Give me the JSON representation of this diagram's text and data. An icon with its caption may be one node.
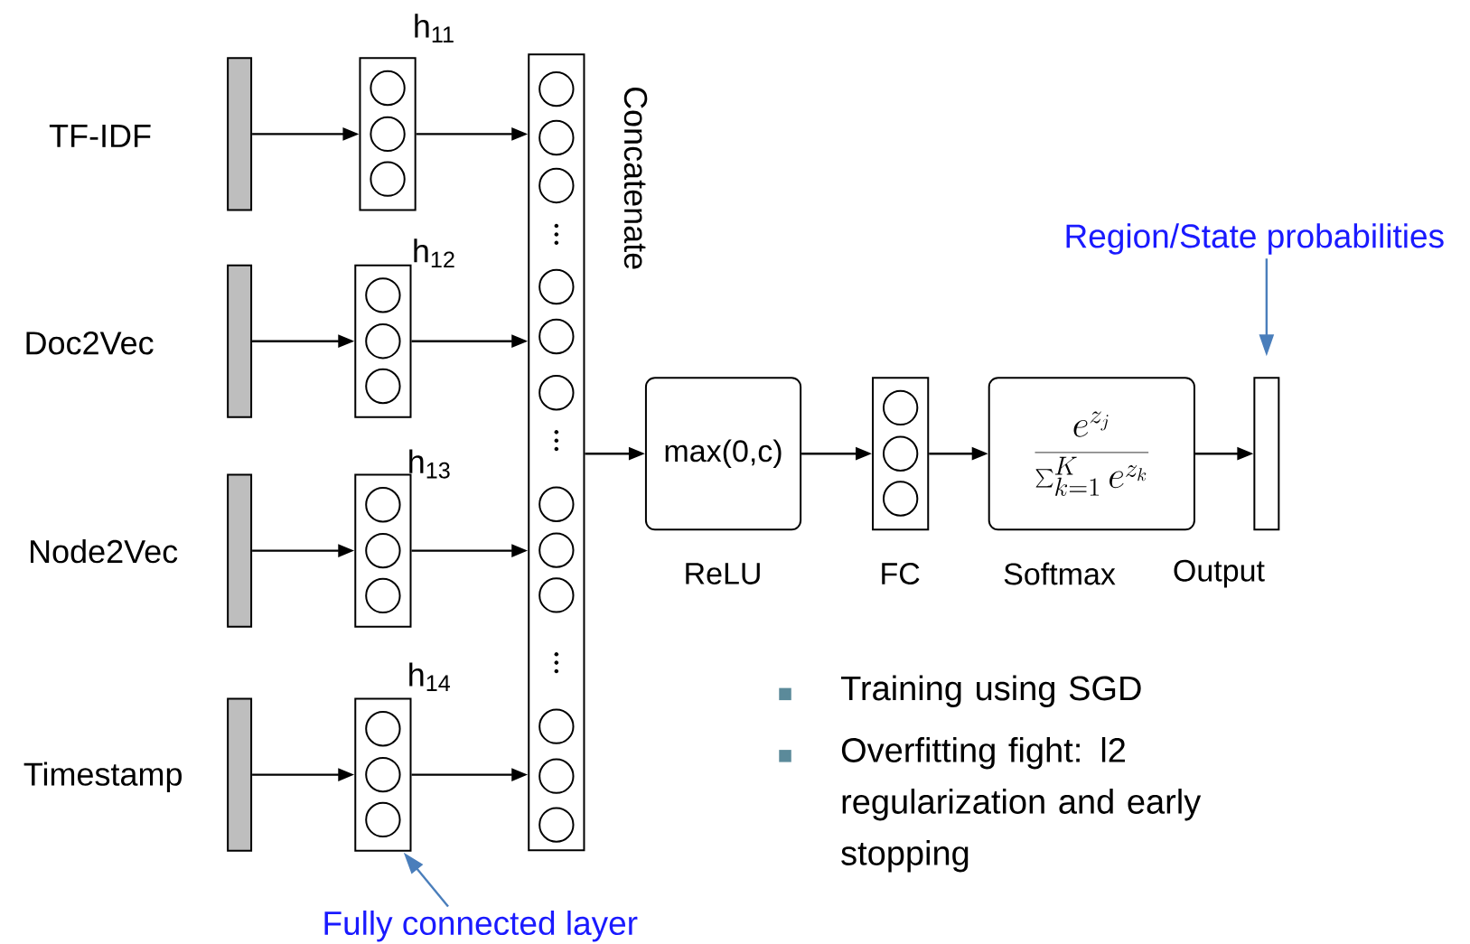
{
  "diagram": {
    "nodes": [
      {
        "text": [
          "TF-IDF"
        ]
      },
      {
        "text": [
          "Doc2Vec"
        ]
      },
      {
        "text": [
          "Node2Vec"
        ]
      },
      {
        "text": [
          "Timestamp"
        ]
      },
      {
        "text": [
          "h$_{11}$"
        ]
      },
      {
        "text": [
          "h$_{12}$"
        ]
      },
      {
        "text": [
          "h$_{13}$"
        ]
      },
      {
        "text": [
          "h$_{14}$"
        ]
      },
      {
        "text": [
          "Concatenate"
        ]
      },
      {
        "text": [
          "max(0,c)",
          "ReLU"
        ]
      },
      {
        "text": [
          "FC"
        ]
      },
      {
        "text": [
          "\\frac{e^{z_j}}{\\sum_{k=1}^{K} e^{z_k}}",
          "Softmax"
        ]
      },
      {
        "text": [
          "Output"
        ]
      },
      {
        "text": [
          "Region/State probabilities"
        ]
      },
      {
        "text": [
          "Fully connected layer"
        ]
      }
    ],
    "edges": [
      {
        "from": 0,
        "to": 4,
        "arrow": "to"
      },
      {
        "from": 1,
        "to": 5,
        "arrow": "to"
      },
      {
        "from": 2,
        "to": 6,
        "arrow": "to"
      },
      {
        "from": 3,
        "to": 7,
        "arrow": "to"
      },
      {
        "from": 4,
        "to": 8,
        "arrow": "to"
      },
      {
        "from": 5,
        "to": 8,
        "arrow": "to"
      },
      {
        "from": 6,
        "to": 8,
        "arrow": "to"
      },
      {
        "from": 7,
        "to": 8,
        "arrow": "to"
      },
      {
        "from": 8,
        "to": 9,
        "arrow": "to"
      },
      {
        "from": 9,
        "to": 10,
        "arrow": "to"
      },
      {
        "from": 10,
        "to": 11,
        "arrow": "to"
      },
      {
        "from": 11,
        "to": 12,
        "arrow": "to"
      },
      {
        "from": 13,
        "to": 12,
        "arrow": "to",
        "color": "#4a7ebb"
      },
      {
        "from": 14,
        "to": 7,
        "arrow": "to",
        "color": "#4a7ebb"
      }
    ],
    "labels": [
      "Training using SGD",
      "Overfitting fight: l2 regularization and early stopping"
    ]
  }
}
